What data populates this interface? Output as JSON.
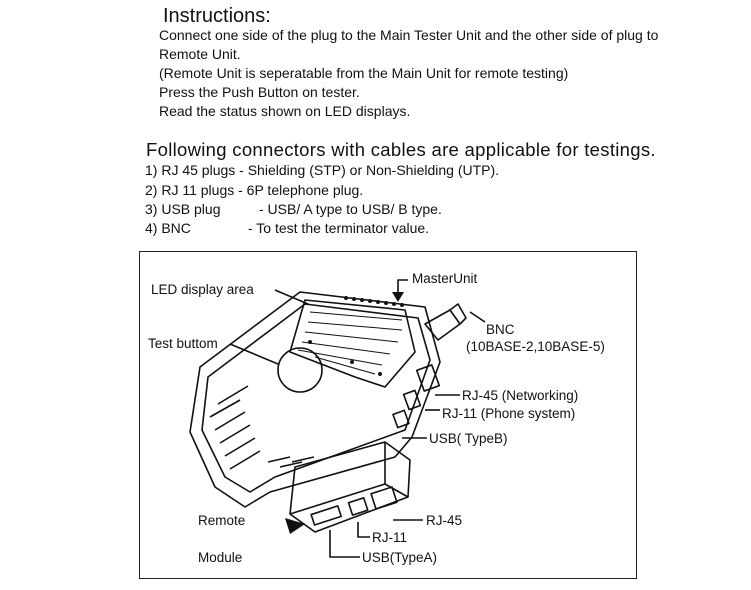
{
  "instructions": {
    "title": "Instructions:",
    "lines": [
      "Connect one side of the plug to the Main Tester Unit and the other  side of plug to",
      "Remote Unit.",
      "(Remote Unit is seperatable from the Main Unit for remote testing)",
      " Press the Push Button on tester.",
      " Read the status shown on LED displays."
    ]
  },
  "connectors": {
    "heading": "Following connectors with cables are applicable for testings.",
    "items": [
      {
        "label": "1) RJ 45 plugs",
        "desc": " - Shielding (STP) or Non-Shielding (UTP)."
      },
      {
        "label": "2) RJ 11 plugs",
        "desc": " - 6P telephone plug."
      },
      {
        "label": "3) USB plug",
        "desc": "- USB/ A type to USB/ B type."
      },
      {
        "label": "4) BNC",
        "desc": "- To test the terminator value."
      }
    ]
  },
  "diagram": {
    "labels": {
      "led_display": "LED display area",
      "master_unit": "MasterUnit",
      "bnc": "BNC",
      "bnc_types": "(10BASE-2,10BASE-5)",
      "test_button": "Test buttom",
      "rj45_networking": "RJ-45 (Networking)",
      "rj11_phone": "RJ-11 (Phone system)",
      "usb_typeb": "USB( TypeB)",
      "remote": "Remote",
      "module": "Module",
      "rj45": "RJ-45",
      "rj11": "RJ-11",
      "usb_typea": "USB(TypeA)"
    }
  }
}
